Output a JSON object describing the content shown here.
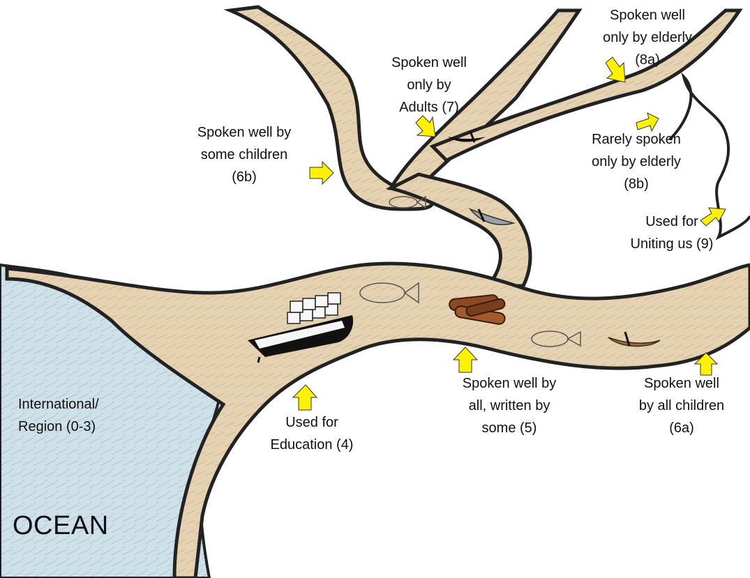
{
  "labels": {
    "ocean": "OCEAN",
    "region": "International/\nRegion  (0-3)",
    "education": "Used for\nEducation (4)",
    "all_written": "Spoken well by\nall, written by\nsome (5)",
    "all_children": "Spoken well\nby all children\n(6a)",
    "some_children": "Spoken well by\nsome children\n(6b)",
    "adults": "Spoken well\nonly by\nAdults (7)",
    "elderly_8a": "Spoken well\nonly by elderly\n(8a)",
    "elderly_8b": "Rarely spoken\nonly by elderly\n(8b)",
    "uniting": "Used for\nUniting us (9)"
  },
  "colors": {
    "ocean": "#cfe0e8",
    "river": "#e5d2b3",
    "river_light": "#efe3cc",
    "bank": "#2b2b2b",
    "arrow": "#fff200",
    "log": "#8b4a23",
    "canoe": "#9a6a3e"
  },
  "icons": [
    "cargo-ship-icon",
    "fish-icon",
    "log-pile-icon",
    "canoe-icon",
    "rowboat-icon"
  ]
}
